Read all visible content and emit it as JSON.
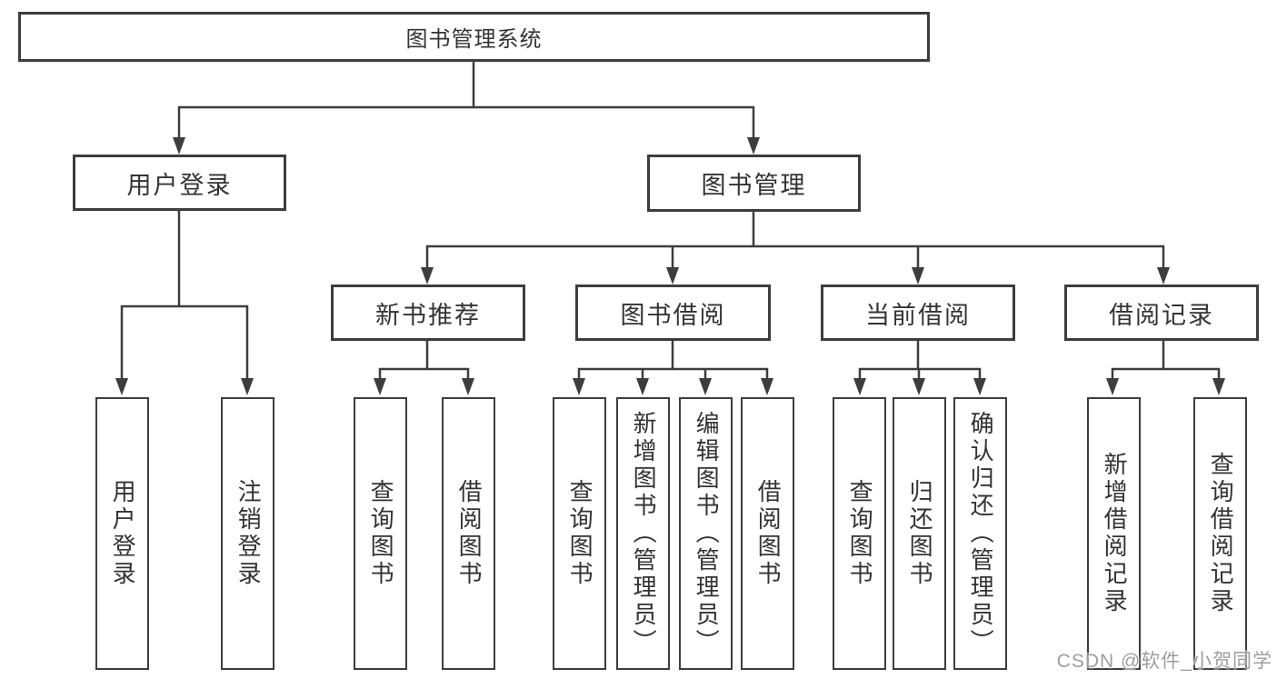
{
  "tree": {
    "root": "图书管理系统",
    "branches": [
      {
        "label": "用户登录",
        "children": [
          "用户登录",
          "注销登录"
        ]
      },
      {
        "label": "图书管理",
        "children": [
          {
            "label": "新书推荐",
            "children": [
              "查询图书",
              "借阅图书"
            ]
          },
          {
            "label": "图书借阅",
            "children": [
              "查询图书",
              "新增图书（管理员）",
              "编辑图书（管理员）",
              "借阅图书"
            ]
          },
          {
            "label": "当前借阅",
            "children": [
              "查询图书",
              "归还图书",
              "确认归还（管理员）"
            ]
          },
          {
            "label": "借阅记录",
            "children": [
              "新增借阅记录",
              "查询借阅记录"
            ]
          }
        ]
      }
    ]
  },
  "watermark": "CSDN @软件_小贺同学",
  "colors": {
    "line": "#3d3d3d",
    "text": "#333333",
    "background": "#ffffff",
    "watermark": "#9e9e9e"
  }
}
